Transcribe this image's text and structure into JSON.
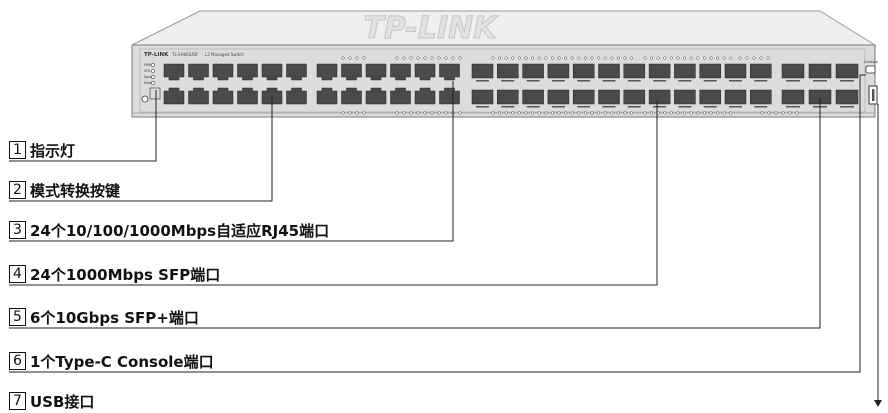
{
  "device": {
    "top_brand": "TP-LINK",
    "panel_brand": "TP-LINK",
    "model": "TL-SH6654SF",
    "model_desc": "L2 Managed Switch",
    "console_label": "Console",
    "led_labels": [
      "PWR",
      "SYS",
      "Speed",
      "Mode"
    ]
  },
  "callouts": [
    {
      "num": "1",
      "label": "指示灯"
    },
    {
      "num": "2",
      "label": "模式转换按键"
    },
    {
      "num": "3",
      "label": "24个10/100/1000Mbps自适应RJ45端口"
    },
    {
      "num": "4",
      "label": "24个1000Mbps SFP端口"
    },
    {
      "num": "5",
      "label": "6个10Gbps SFP+端口"
    },
    {
      "num": "6",
      "label": "1个Type-C Console端口"
    },
    {
      "num": "7",
      "label": "USB接口"
    }
  ],
  "colors": {
    "panel": "#d9d9d9",
    "port": "#4a4a4a",
    "line": "#222222"
  }
}
